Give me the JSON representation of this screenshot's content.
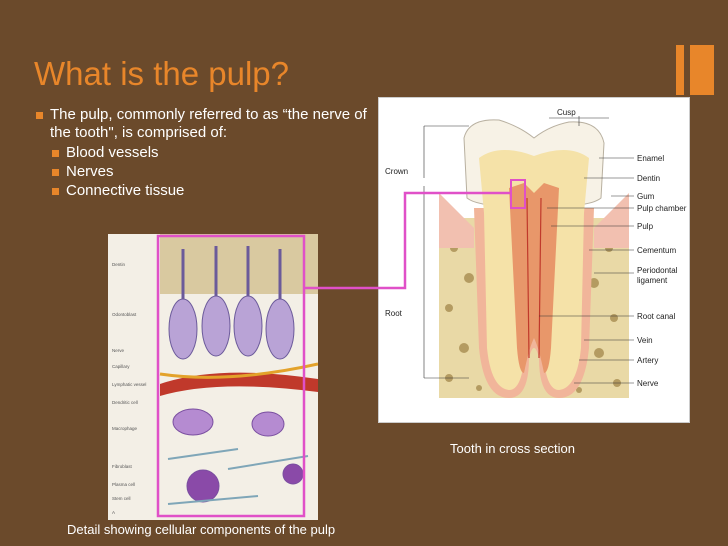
{
  "title": "What is the pulp?",
  "bullet": {
    "text": "The pulp, commonly referred to as “the nerve of the tooth\", is comprised of:",
    "items": [
      "Blood vessels",
      "Nerves",
      "Connective tissue"
    ]
  },
  "right_image": {
    "caption": "Tooth in cross section",
    "labels": {
      "cusp": "Cusp",
      "crown": "Crown",
      "root": "Root",
      "enamel": "Enamel",
      "dentin": "Dentin",
      "gum": "Gum",
      "pulp_chamber": "Pulp chamber",
      "pulp": "Pulp",
      "cementum": "Cementum",
      "periodontal": "Periodontal",
      "ligament": "ligament",
      "root_canal": "Root canal",
      "vein": "Vein",
      "artery": "Artery",
      "nerve": "Nerve"
    }
  },
  "left_image": {
    "caption": "Detail showing cellular components of the pulp",
    "labels": [
      "Dentin",
      "Odontoblast",
      "Nerve",
      "Capillary",
      "Lymphatic vessel",
      "Dendritic cell",
      "Macrophage",
      "Fibroblast",
      "Plasma cell",
      "Stem cell",
      "A"
    ]
  },
  "colors": {
    "background": "#6b4a2b",
    "accent": "#e8862a",
    "callout": "#e050c8"
  }
}
